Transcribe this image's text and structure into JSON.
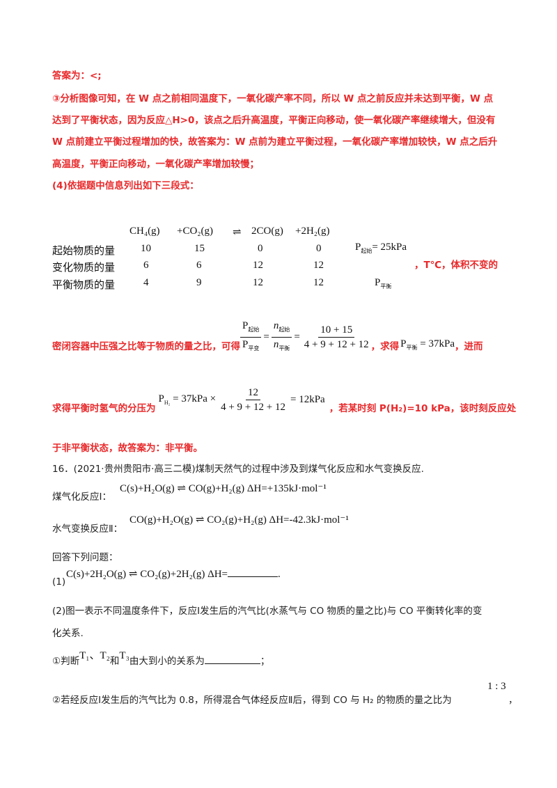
{
  "answer_lines": [
    "答案为：<;",
    "③分析图像可知，在 W 点之前相同温度下，一氧化碳产率不同，所以 W 点之前反应并未达到平衡，W 点",
    "达到了平衡状态，因为反应△H>0，该点之后升高温度，平衡正向移动，使一氧化碳产率继续增大，但没有",
    "W 点前建立平衡过程增加的快，故答案为：W 点前为建立平衡过程，一氧化碳产率增加较快，W 点之后升",
    "高温度，平衡正向移动，一氧化碳产率增加较慢；",
    "(4)依据题中信息列出如下三段式："
  ],
  "table": {
    "header": [
      "CH₄(g)",
      "+CO₂(g)",
      "⇌",
      "2CO(g)",
      "+2H₂(g)"
    ],
    "rows": [
      {
        "label": "起始物质的量",
        "vals": [
          "10",
          "15",
          "0",
          "0"
        ],
        "p_main": "P",
        "p_sub": "起始",
        "p_tail": "= 25kPa"
      },
      {
        "label": "变化物质的量",
        "vals": [
          "6",
          "6",
          "12",
          "12"
        ]
      },
      {
        "label": "平衡物质的量",
        "vals": [
          "4",
          "9",
          "12",
          "12"
        ],
        "p_main": "P",
        "p_sub": "平衡"
      }
    ],
    "side_note": "，T℃，体积不变的"
  },
  "ratio_line": {
    "prefix": "密闭容器中压强之比等于物质的量之比，可得",
    "f1_num": "P",
    "f1_num_sub": "起始",
    "f1_den": "P",
    "f1_den_sub": "平变",
    "eq1": "=",
    "f2_num": "n",
    "f2_num_sub": "起始",
    "f2_den": "n",
    "f2_den_sub": "平衡",
    "eq2": "=",
    "f3_num": "10 + 15",
    "f3_den": "4 + 9 + 12 + 12",
    "mid": "，求得",
    "p_main": "P",
    "p_sub": "平衡",
    "p_val": "= 37kPa",
    "suffix": "，进而"
  },
  "h2_line": {
    "prefix": "求得平衡时氢气的分压为",
    "p_main": "P",
    "p_sub": "H₂",
    "expr": "= 37kPa ×",
    "f_num": "12",
    "f_den": "4 + 9 + 12 + 12",
    "result": "= 12kPa",
    "suffix": "，若某时刻 P(H₂)=10 kPa，该时刻反应处"
  },
  "conclusion": "于非平衡状态，故答案为：非平衡。",
  "q16_title": "16．(2021·贵州贵阳市·高三二模)煤制天然气的过程中涉及到煤气化反应和水气变换反应.",
  "reaction1": {
    "label": "煤气化反应Ⅰ：",
    "eq": "C(s)+H₂O(g) ⇌ CO(g)+H₂(g) ΔH=+135kJ·mol⁻¹"
  },
  "reaction2": {
    "label": "水气变换反应Ⅱ：",
    "eq": "CO(g)+H₂O(g) ⇌ CO₂(g)+H₂(g)    ΔH=-42.3kJ·mol⁻¹"
  },
  "answer_prompt": "回答下列问题：",
  "q1": {
    "label": "(1)",
    "eq": "C(s)+2H₂O(g) ⇌ CO₂(g)+2H₂(g) ΔH=",
    "end": "."
  },
  "q2_lines": [
    "(2)图一表示不同温度条件下，反应Ⅰ发生后的汽气比(水蒸气与 CO 物质的量之比)与 CO 平衡转化率的变",
    "化关系."
  ],
  "q2a": {
    "pre": "①判断",
    "t1": "T₁、",
    "t2": "T₂",
    "and": "和",
    "t3": "T₃",
    "post": "由大到小的关系为",
    "end": "；"
  },
  "q2b": {
    "text": "②若经反应Ⅰ发生后的汽气比为 0.8，所得混合气体经反应Ⅱ后，得到 CO 与 H₂ 的物质的量之比为",
    "ratio": "1 : 3",
    "end": "，"
  }
}
